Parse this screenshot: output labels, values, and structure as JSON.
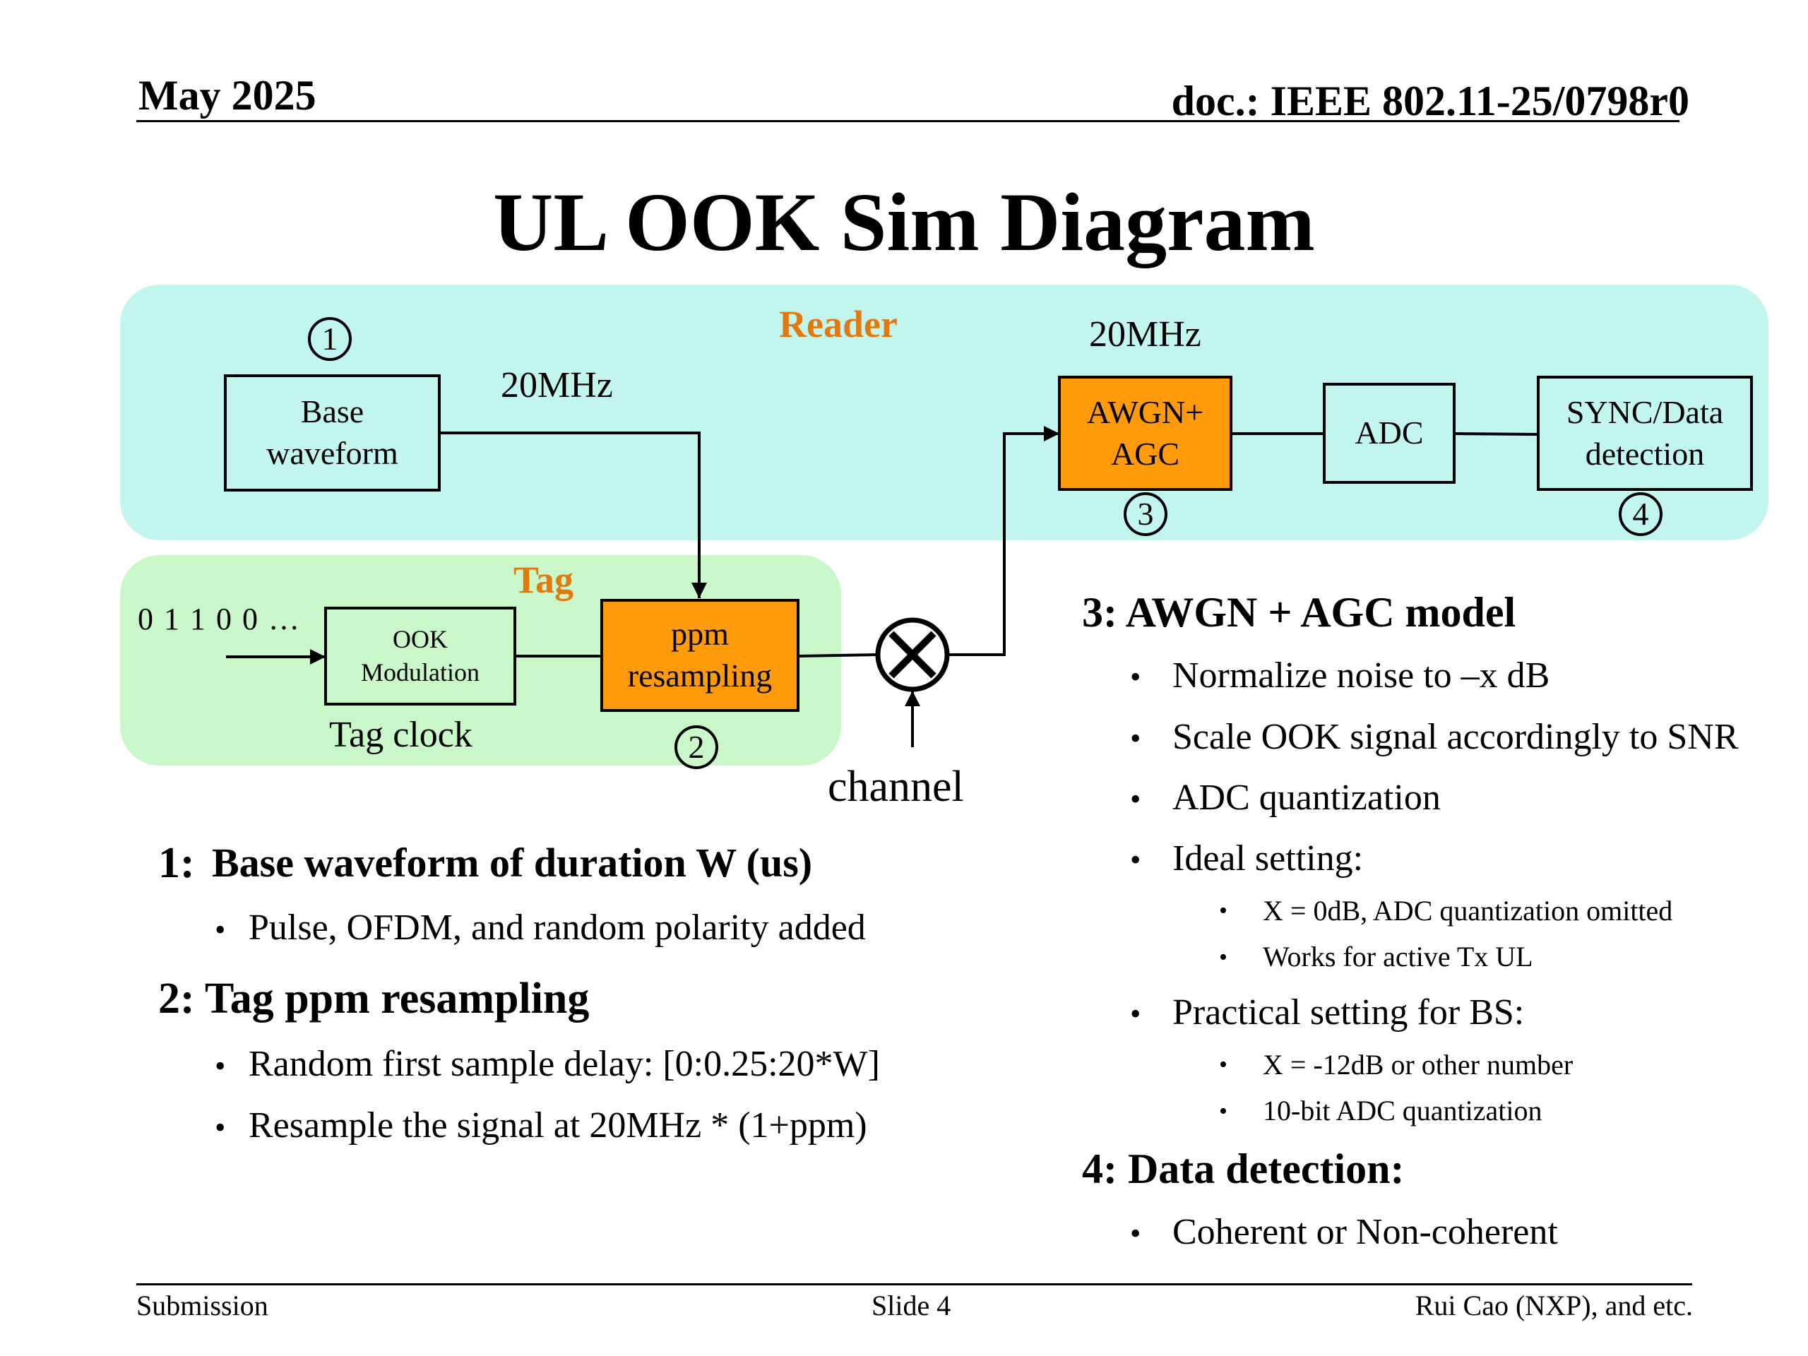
{
  "header": {
    "date": "May 2025",
    "doc": "doc.: IEEE 802.11-25/0798r0"
  },
  "title": "UL OOK Sim Diagram",
  "diagram": {
    "reader_label": "Reader",
    "tag_label": "Tag",
    "base_waveform": "Base\nwaveform",
    "freq_label_1": "20MHz",
    "freq_label_2": "20MHz",
    "awgn_agc": "AWGN+\nAGC",
    "adc": "ADC",
    "sync_detection": "SYNC/Data\ndetection",
    "bits": "0 1 1 0 0 …",
    "ook_modulation": "OOK\nModulation",
    "ppm_resampling": "ppm\nresampling",
    "tag_clock": "Tag clock",
    "channel": "channel",
    "num1": "1",
    "num2": "2",
    "num3": "3",
    "num4": "4",
    "colors": {
      "reader_bg": "#c2f5ee",
      "tag_bg": "#c9f7c9",
      "orange": "#ff9a0a",
      "region_title": "#e07a10"
    }
  },
  "left_sections": {
    "s1_num": "1:",
    "s1_title": "Base waveform of duration W (us)",
    "s1_bullets": [
      "Pulse, OFDM, and random polarity added"
    ],
    "s2_title": "2: Tag ppm resampling",
    "s2_bullets": [
      "Random first sample delay: [0:0.25:20*W]",
      "Resample the signal at 20MHz * (1+ppm)"
    ]
  },
  "right_sections": {
    "s3_title": "3: AWGN + AGC model",
    "s3_bullets": [
      "Normalize noise to –x dB",
      "Scale OOK signal accordingly to SNR",
      "ADC quantization",
      "Ideal setting:"
    ],
    "ideal_sub": [
      "X = 0dB, ADC quantization omitted",
      "Works for active Tx UL"
    ],
    "practical": "Practical setting for BS:",
    "practical_sub": [
      "X = -12dB or other number",
      "10-bit ADC quantization"
    ],
    "s4_title": "4: Data detection:",
    "s4_bullets": [
      "Coherent or Non-coherent"
    ]
  },
  "footer": {
    "left": "Submission",
    "center": "Slide 4",
    "right": "Rui Cao (NXP), and etc."
  }
}
